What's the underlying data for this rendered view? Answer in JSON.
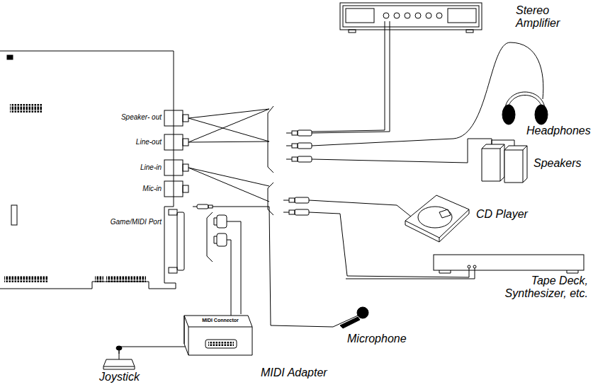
{
  "diagram": {
    "labels": [
      "Stereo Amplifier",
      "Headphones",
      "Speakers",
      "Speaker- out",
      "Line-out",
      "Line-in",
      "Mic-in",
      "Game/MIDI Port",
      "CD Player",
      "Tape Deck, Synthesizer, etc.",
      "Microphone",
      "Joystick",
      "MIDI Adapter",
      "MIDI Connector"
    ]
  }
}
